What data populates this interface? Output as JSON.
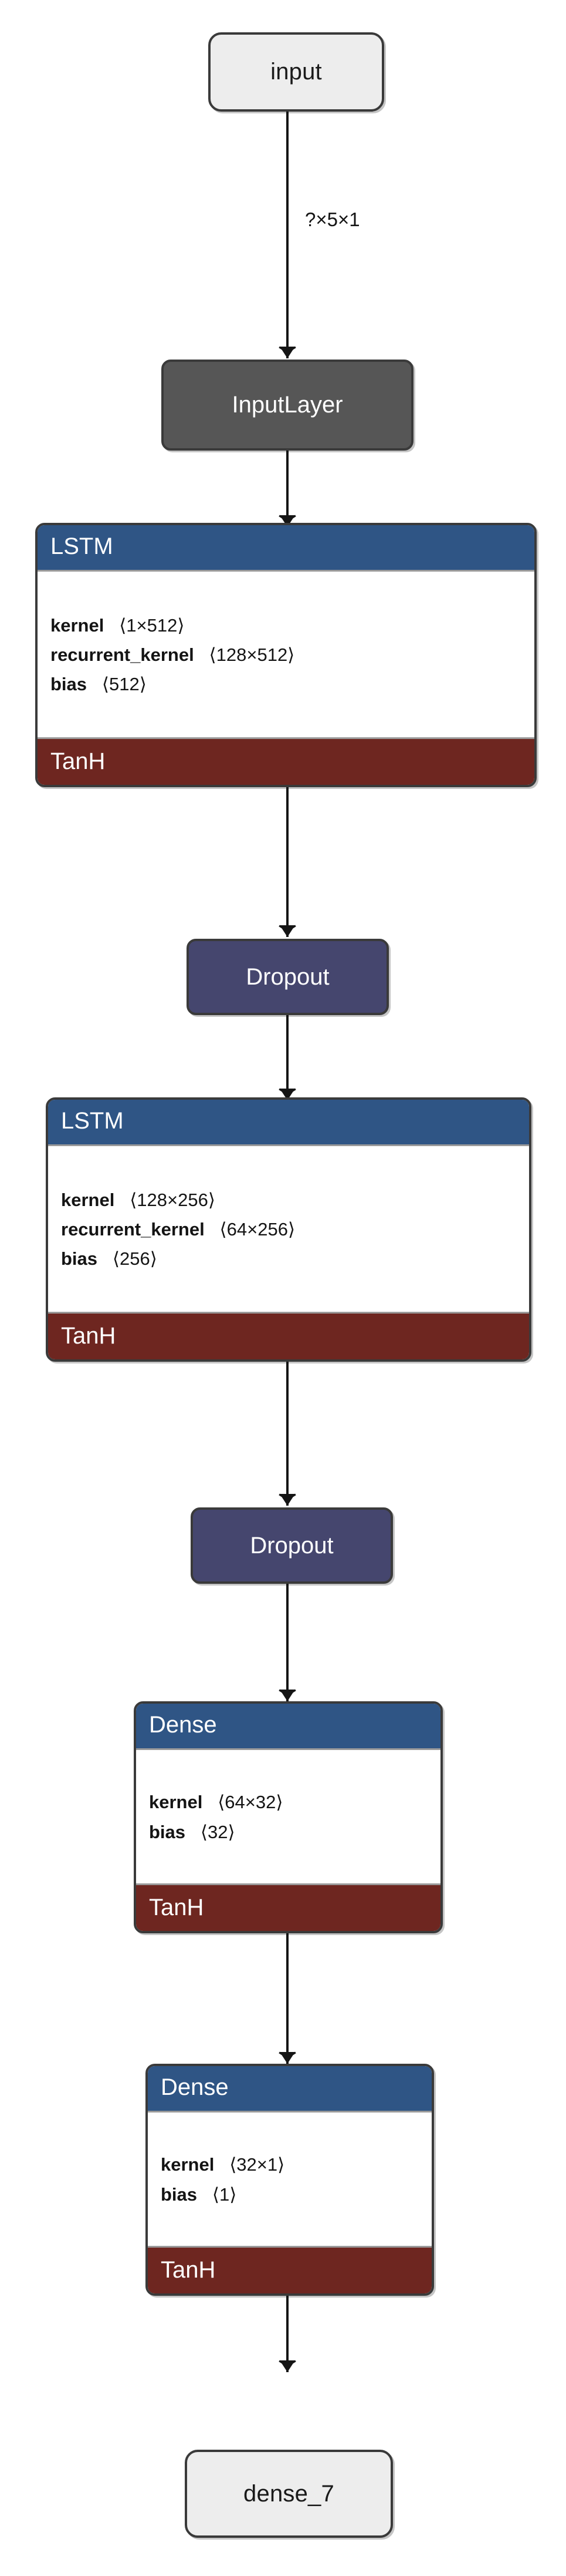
{
  "diagram": {
    "title": "Keras model graph",
    "type": "neural-network-architecture",
    "orientation": "top-to-bottom",
    "colors": {
      "layer_header": "#2F5585",
      "activation": "#6E2620",
      "dropout": "#45466E",
      "input_layer": "#565656",
      "terminal": "#EDEDED",
      "outline": "#3A3A3A",
      "edge": "#151515",
      "params_background": "#FFFFFF"
    }
  },
  "nodes": {
    "input": {
      "label": "input"
    },
    "input_layer": {
      "label": "InputLayer"
    },
    "lstm_1": {
      "label": "LSTM",
      "activation": "TanH",
      "params": [
        {
          "name": "kernel",
          "shape": "⟨1×512⟩"
        },
        {
          "name": "recurrent_kernel",
          "shape": "⟨128×512⟩"
        },
        {
          "name": "bias",
          "shape": "⟨512⟩"
        }
      ]
    },
    "dropout_1": {
      "label": "Dropout"
    },
    "lstm_2": {
      "label": "LSTM",
      "activation": "TanH",
      "params": [
        {
          "name": "kernel",
          "shape": "⟨128×256⟩"
        },
        {
          "name": "recurrent_kernel",
          "shape": "⟨64×256⟩"
        },
        {
          "name": "bias",
          "shape": "⟨256⟩"
        }
      ]
    },
    "dropout_2": {
      "label": "Dropout"
    },
    "dense_1": {
      "label": "Dense",
      "activation": "TanH",
      "params": [
        {
          "name": "kernel",
          "shape": "⟨64×32⟩"
        },
        {
          "name": "bias",
          "shape": "⟨32⟩"
        }
      ]
    },
    "dense_2": {
      "label": "Dense",
      "activation": "TanH",
      "params": [
        {
          "name": "kernel",
          "shape": "⟨32×1⟩"
        },
        {
          "name": "bias",
          "shape": "⟨1⟩"
        }
      ]
    },
    "output": {
      "label": "dense_7"
    }
  },
  "edges": {
    "input_to_inputlayer": {
      "label": "?×5×1"
    },
    "inputlayer_to_lstm1": {
      "label": ""
    },
    "lstm1_to_dropout1": {
      "label": ""
    },
    "dropout1_to_lstm2": {
      "label": ""
    },
    "lstm2_to_dropout2": {
      "label": ""
    },
    "dropout2_to_dense1": {
      "label": ""
    },
    "dense1_to_dense2": {
      "label": ""
    },
    "dense2_to_output": {
      "label": ""
    }
  }
}
